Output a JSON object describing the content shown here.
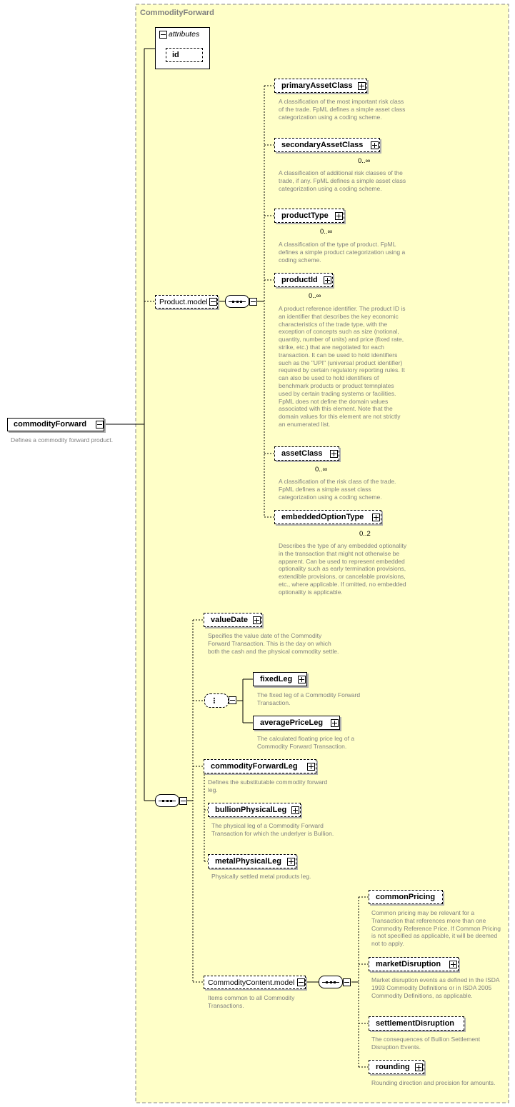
{
  "group": {
    "title": "CommodityForward"
  },
  "root": {
    "name": "commodityForward",
    "description": "Defines a commodity forward product."
  },
  "attributes": {
    "label": "attributes",
    "id": "id"
  },
  "product_model": {
    "name": "Product.model",
    "elements": [
      {
        "name": "primaryAssetClass",
        "cardinality": "",
        "description": "A classification of the most important risk class of the trade. FpML defines a simple asset class categorization using a coding scheme."
      },
      {
        "name": "secondaryAssetClass",
        "cardinality": "0..∞",
        "description": "A classification of additional risk classes of the trade, if any. FpML defines a simple asset class categorization using a coding scheme."
      },
      {
        "name": "productType",
        "cardinality": "0..∞",
        "description": "A classification of the type of product. FpML defines a simple product categorization using a coding scheme."
      },
      {
        "name": "productId",
        "cardinality": "0..∞",
        "description": "A product reference identifier. The product ID is an identifier that describes the key economic characteristics of the trade type, with the exception of concepts such as size (notional, quantity, number of units) and price (fixed rate, strike, etc.) that are negotiated for each transaction. It can be used to hold identifiers such as the \"UPI\" (universal product identifier) required by certain regulatory reporting rules. It can also be used to hold identifiers of benchmark products or product temnplates used by certain trading systems or facilities. FpML does not define the domain values associated with this element. Note that the domain values for this element are not strictly an enumerated list."
      },
      {
        "name": "assetClass",
        "cardinality": "0..∞",
        "description": "A classification of the risk class of the trade. FpML defines a simple asset class categorization using a coding scheme."
      },
      {
        "name": "embeddedOptionType",
        "cardinality": "0..2",
        "description": "Describes the type of any embedded optionality in the transaction that might not otherwise be apparent. Can be used to represent embedded optionality such as early termination provisions, extendible provisions, or cancelable provisions, etc., where applicable. If omitted, no embedded optionality is applicable."
      }
    ]
  },
  "main_sequence": {
    "valueDate": {
      "name": "valueDate",
      "description": "Specifies the value date of the Commodity Forward Transaction. This is the day on which both the cash and the physical commodity settle."
    },
    "choice": [
      {
        "name": "fixedLeg",
        "description": "The fixed leg of a Commodity Forward Transaction."
      },
      {
        "name": "averagePriceLeg",
        "description": "The calculated floating price leg of a Commodity Forward Transaction."
      }
    ],
    "commodityForwardLeg": {
      "name": "commodityForwardLeg",
      "description": "Defines the substitutable commodity forward leg."
    },
    "bullionPhysicalLeg": {
      "name": "bullionPhysicalLeg",
      "description": "The physical leg of a Commodity Forward Transaction for which the underlyer is Bullion."
    },
    "metalPhysicalLeg": {
      "name": "metalPhysicalLeg",
      "description": "Physically settled metal products leg."
    }
  },
  "commodity_content": {
    "name": "CommodityContent.model",
    "description": "Items common to all Commodity Transactions.",
    "elements": [
      {
        "name": "commonPricing",
        "description": "Common pricing may be relevant for a Transaction that references more than one Commodity Reference Price. If Common Pricing is not specified as applicable, it will be deemed not to apply."
      },
      {
        "name": "marketDisruption",
        "description": "Market disruption events as defined in the ISDA 1993 Commodity Definitions or in ISDA 2005 Commodity Definitions, as applicable."
      },
      {
        "name": "settlementDisruption",
        "description": "The consequences of Bullion Settlement Disruption Events."
      },
      {
        "name": "rounding",
        "description": "Rounding direction and precision for amounts."
      }
    ]
  }
}
